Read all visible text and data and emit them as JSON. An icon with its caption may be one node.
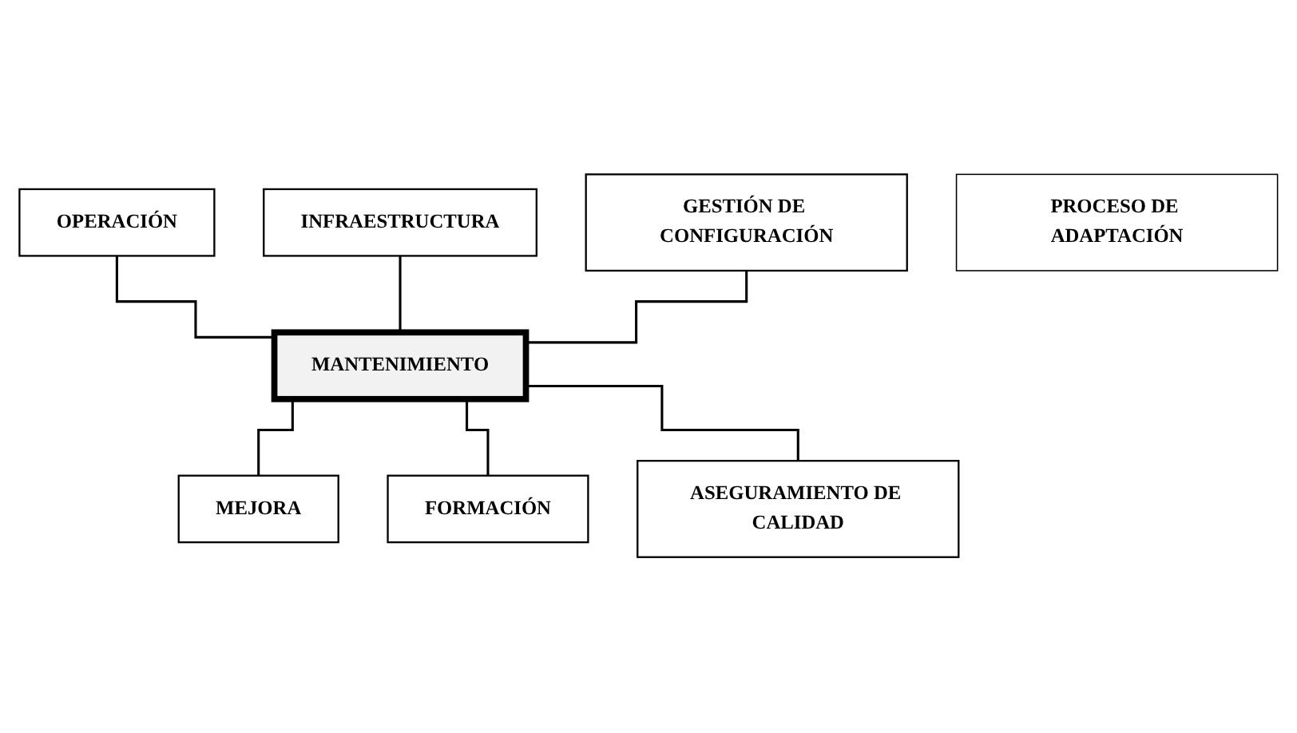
{
  "diagram": {
    "nodes": [
      {
        "text": [
          "INFRAESTRUCTURA"
        ]
      },
      {
        "text": [
          "OPERACIÓN"
        ]
      },
      {
        "text": [
          "GESTIÓN DE CONFIGURACIÓN"
        ]
      },
      {
        "text": [
          "MANTENIMIENTO"
        ]
      },
      {
        "text": [
          "MEJORA"
        ]
      },
      {
        "text": [
          "FORMACIÓN"
        ]
      },
      {
        "text": [
          "ASEGURAMIENTO DE CALIDAD"
        ]
      },
      {
        "text": [
          "PROCESO DE ADAPTACIÓN"
        ]
      }
    ],
    "edges": [
      {
        "from": 1,
        "to": 3,
        "arrow": "none"
      },
      {
        "from": 0,
        "to": 3,
        "arrow": "none"
      },
      {
        "from": 2,
        "to": 3,
        "arrow": "none"
      },
      {
        "from": 3,
        "to": 4,
        "arrow": "none"
      },
      {
        "from": 3,
        "to": 5,
        "arrow": "none"
      },
      {
        "from": 3,
        "to": 6,
        "arrow": "none"
      }
    ]
  }
}
